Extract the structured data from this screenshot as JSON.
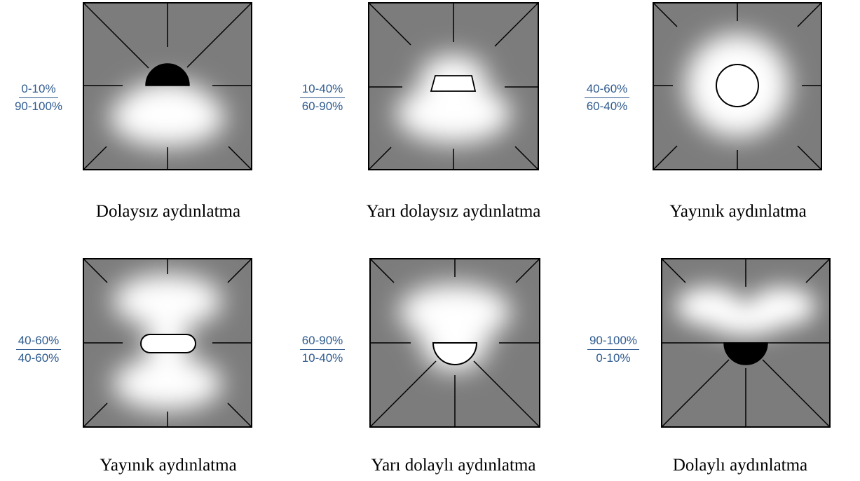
{
  "panels": [
    {
      "upper": "0-10%",
      "lower": "90-100%",
      "caption": "Dolaysız aydınlatma",
      "fixture": "semicircle-up-black"
    },
    {
      "upper": "10-40%",
      "lower": "60-90%",
      "caption": "Yarı dolaysız aydınlatma",
      "fixture": "trapezoid-open"
    },
    {
      "upper": "40-60%",
      "lower": "60-40%",
      "caption": "Yayınık aydınlatma",
      "fixture": "circle-open"
    },
    {
      "upper": "40-60%",
      "lower": "40-60%",
      "caption": "Yayınık aydınlatma",
      "fixture": "capsule-open"
    },
    {
      "upper": "60-90%",
      "lower": "10-40%",
      "caption": "Yarı dolaylı aydınlatma",
      "fixture": "semicircle-down-open"
    },
    {
      "upper": "90-100%",
      "lower": "0-10%",
      "caption": "Dolaylı aydınlatma",
      "fixture": "semicircle-down-black"
    }
  ],
  "colors": {
    "room": "#7c7c7c",
    "light": "#ffffff",
    "ratio_text": "#2f5b8f",
    "caption_text": "#000000"
  }
}
